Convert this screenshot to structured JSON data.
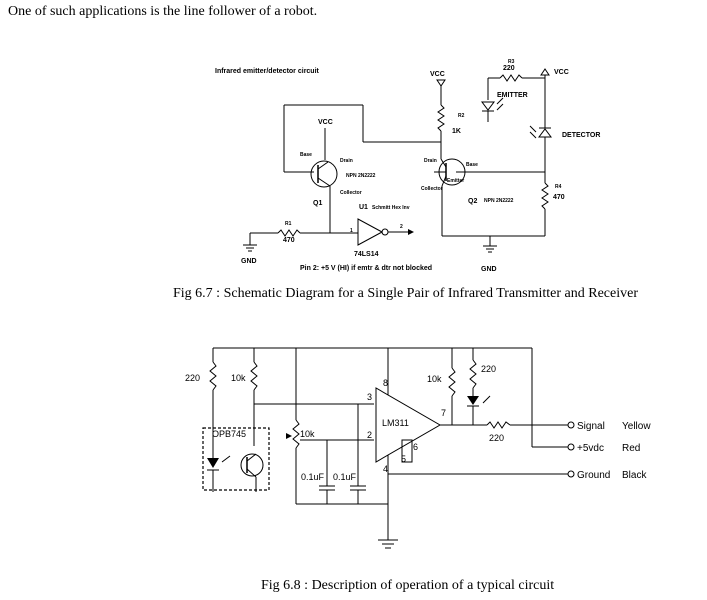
{
  "intro_text": "One of such applications is the line follower of a robot.",
  "fig67": {
    "caption": "Fig 6.7 : Schematic Diagram for a Single Pair of Infrared Transmitter and Receiver",
    "title": "Infrared emitter/detector circuit",
    "vcc_center": "VCC",
    "vcc_right": "VCC",
    "vcc_q1": "VCC",
    "r3_label": "R3",
    "r3_value": "220",
    "emitter": "EMITTER",
    "detector": "DETECTOR",
    "r2_label": "R2",
    "r2_value": "1K",
    "r4_label": "R4",
    "r4_value": "470",
    "r1_label": "R1",
    "r1_value": "470",
    "q1": "Q1",
    "q2": "Q2",
    "q1_type": "NPN 2N2222",
    "q2_type": "NPN 2N2222",
    "base": "Base",
    "drain": "Drain",
    "collector": "Collector",
    "emitter_small": "Emitter",
    "u1": "U1",
    "u1_desc": "Schmitt Hex Inv",
    "ic": "74LS14",
    "pin1": "1",
    "pin2": "2",
    "gnd_left": "GND",
    "gnd_right": "GND",
    "pin_note": "Pin 2: +5 V (HI) if emtr & dtr not blocked"
  },
  "fig68": {
    "caption": "Fig 6.8 : Description of operation of a typical circuit",
    "r_220_left": "220",
    "r_10k_left": "10k",
    "r_10k_pot": "10k",
    "r_10k_right": "10k",
    "r_220_top": "220",
    "r_220_out": "220",
    "sensor": "OPB745",
    "ic": "LM311",
    "cap1": "0.1uF",
    "cap2": "0.1uF",
    "pin2": "2",
    "pin3": "3",
    "pin4": "4",
    "pin5": "5",
    "pin6": "6",
    "pin7": "7",
    "pin8": "8",
    "signal": "Signal",
    "signal_color": "Yellow",
    "power": "+5vdc",
    "power_color": "Red",
    "ground": "Ground",
    "ground_color": "Black"
  }
}
